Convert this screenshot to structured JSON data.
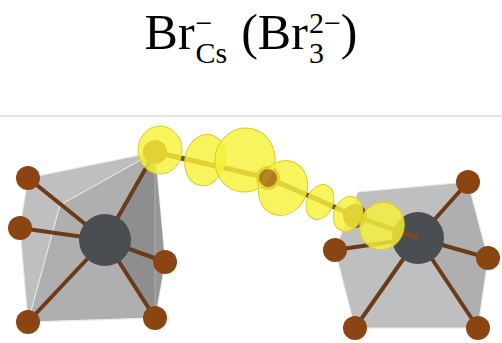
{
  "diagram": {
    "labels": [
      "Br",
      "Cs",
      "−",
      "(Br",
      "3",
      "2−",
      ")"
    ]
  }
}
